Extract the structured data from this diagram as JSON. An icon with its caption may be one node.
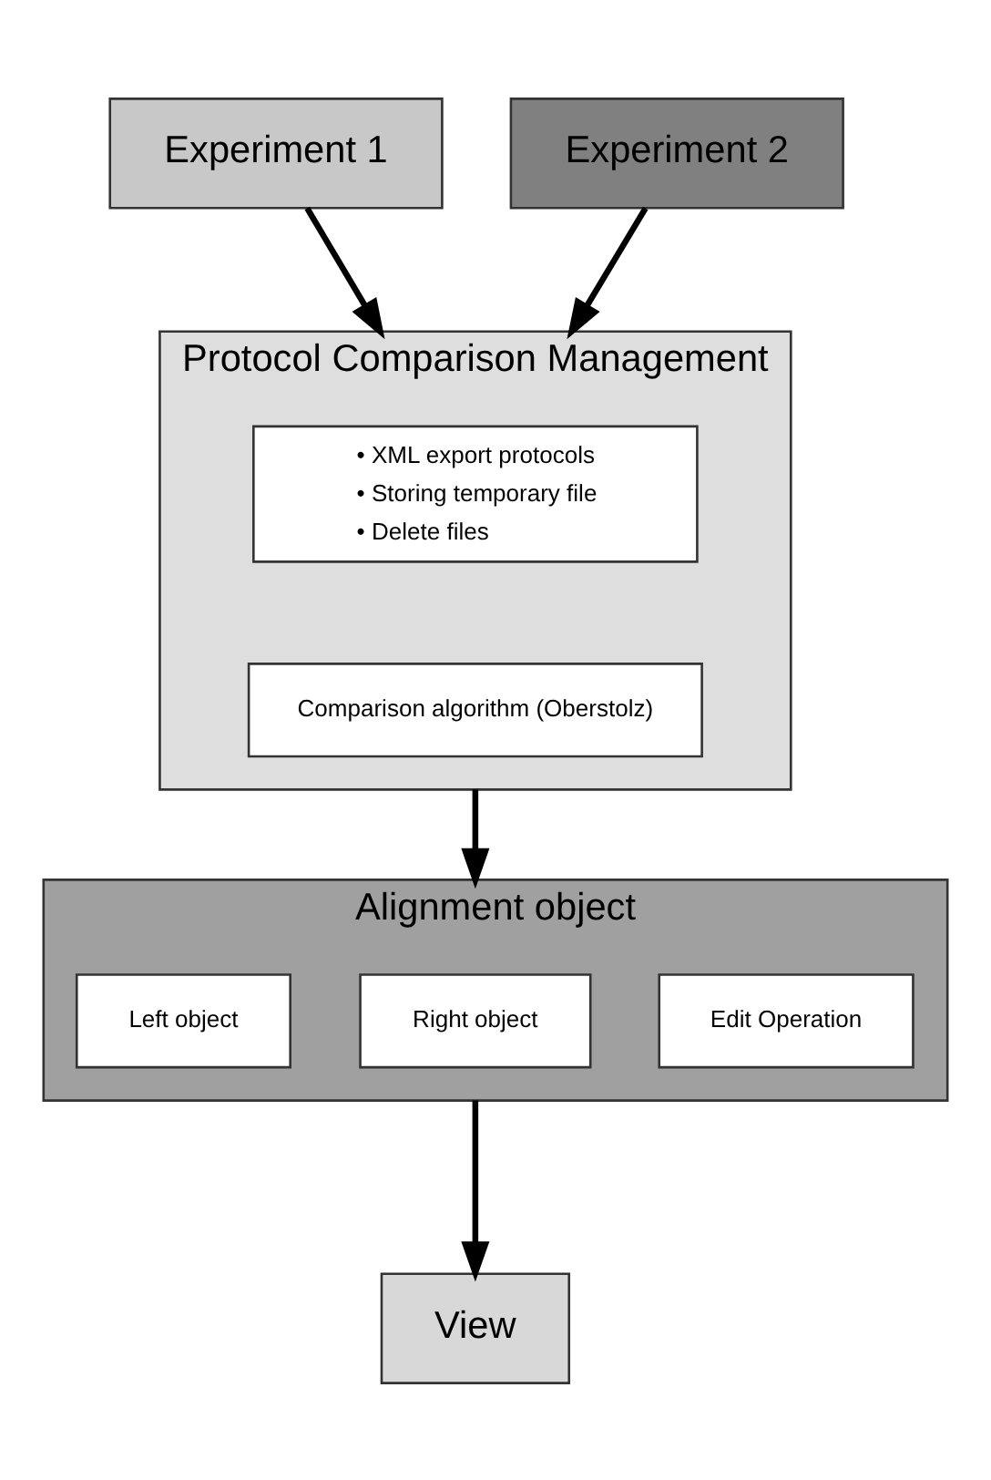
{
  "diagram": {
    "nodes": [
      {
        "text": [
          "Experiment 1"
        ]
      },
      {
        "text": [
          "Experiment 2"
        ]
      },
      {
        "text": [
          "Protocol Comparison Management"
        ]
      },
      {
        "text": [
          "• XML export protocols",
          "• Storing temporary file",
          "• Delete files"
        ],
        "in": 2
      },
      {
        "text": [
          "Comparison algorithm (Oberstolz)"
        ],
        "in": 2
      },
      {
        "text": [
          "Alignment object"
        ]
      },
      {
        "text": [
          "Left object"
        ],
        "in": 5
      },
      {
        "text": [
          "Right object"
        ],
        "in": 5
      },
      {
        "text": [
          "Edit Operation"
        ],
        "in": 5
      },
      {
        "text": [
          "View"
        ]
      }
    ],
    "edges": [
      {
        "from": 0,
        "to": 2,
        "arrow": "to"
      },
      {
        "from": 1,
        "to": 2,
        "arrow": "to"
      },
      {
        "from": 2,
        "to": 5,
        "arrow": "to"
      },
      {
        "from": 5,
        "to": 9,
        "arrow": "to"
      }
    ]
  }
}
